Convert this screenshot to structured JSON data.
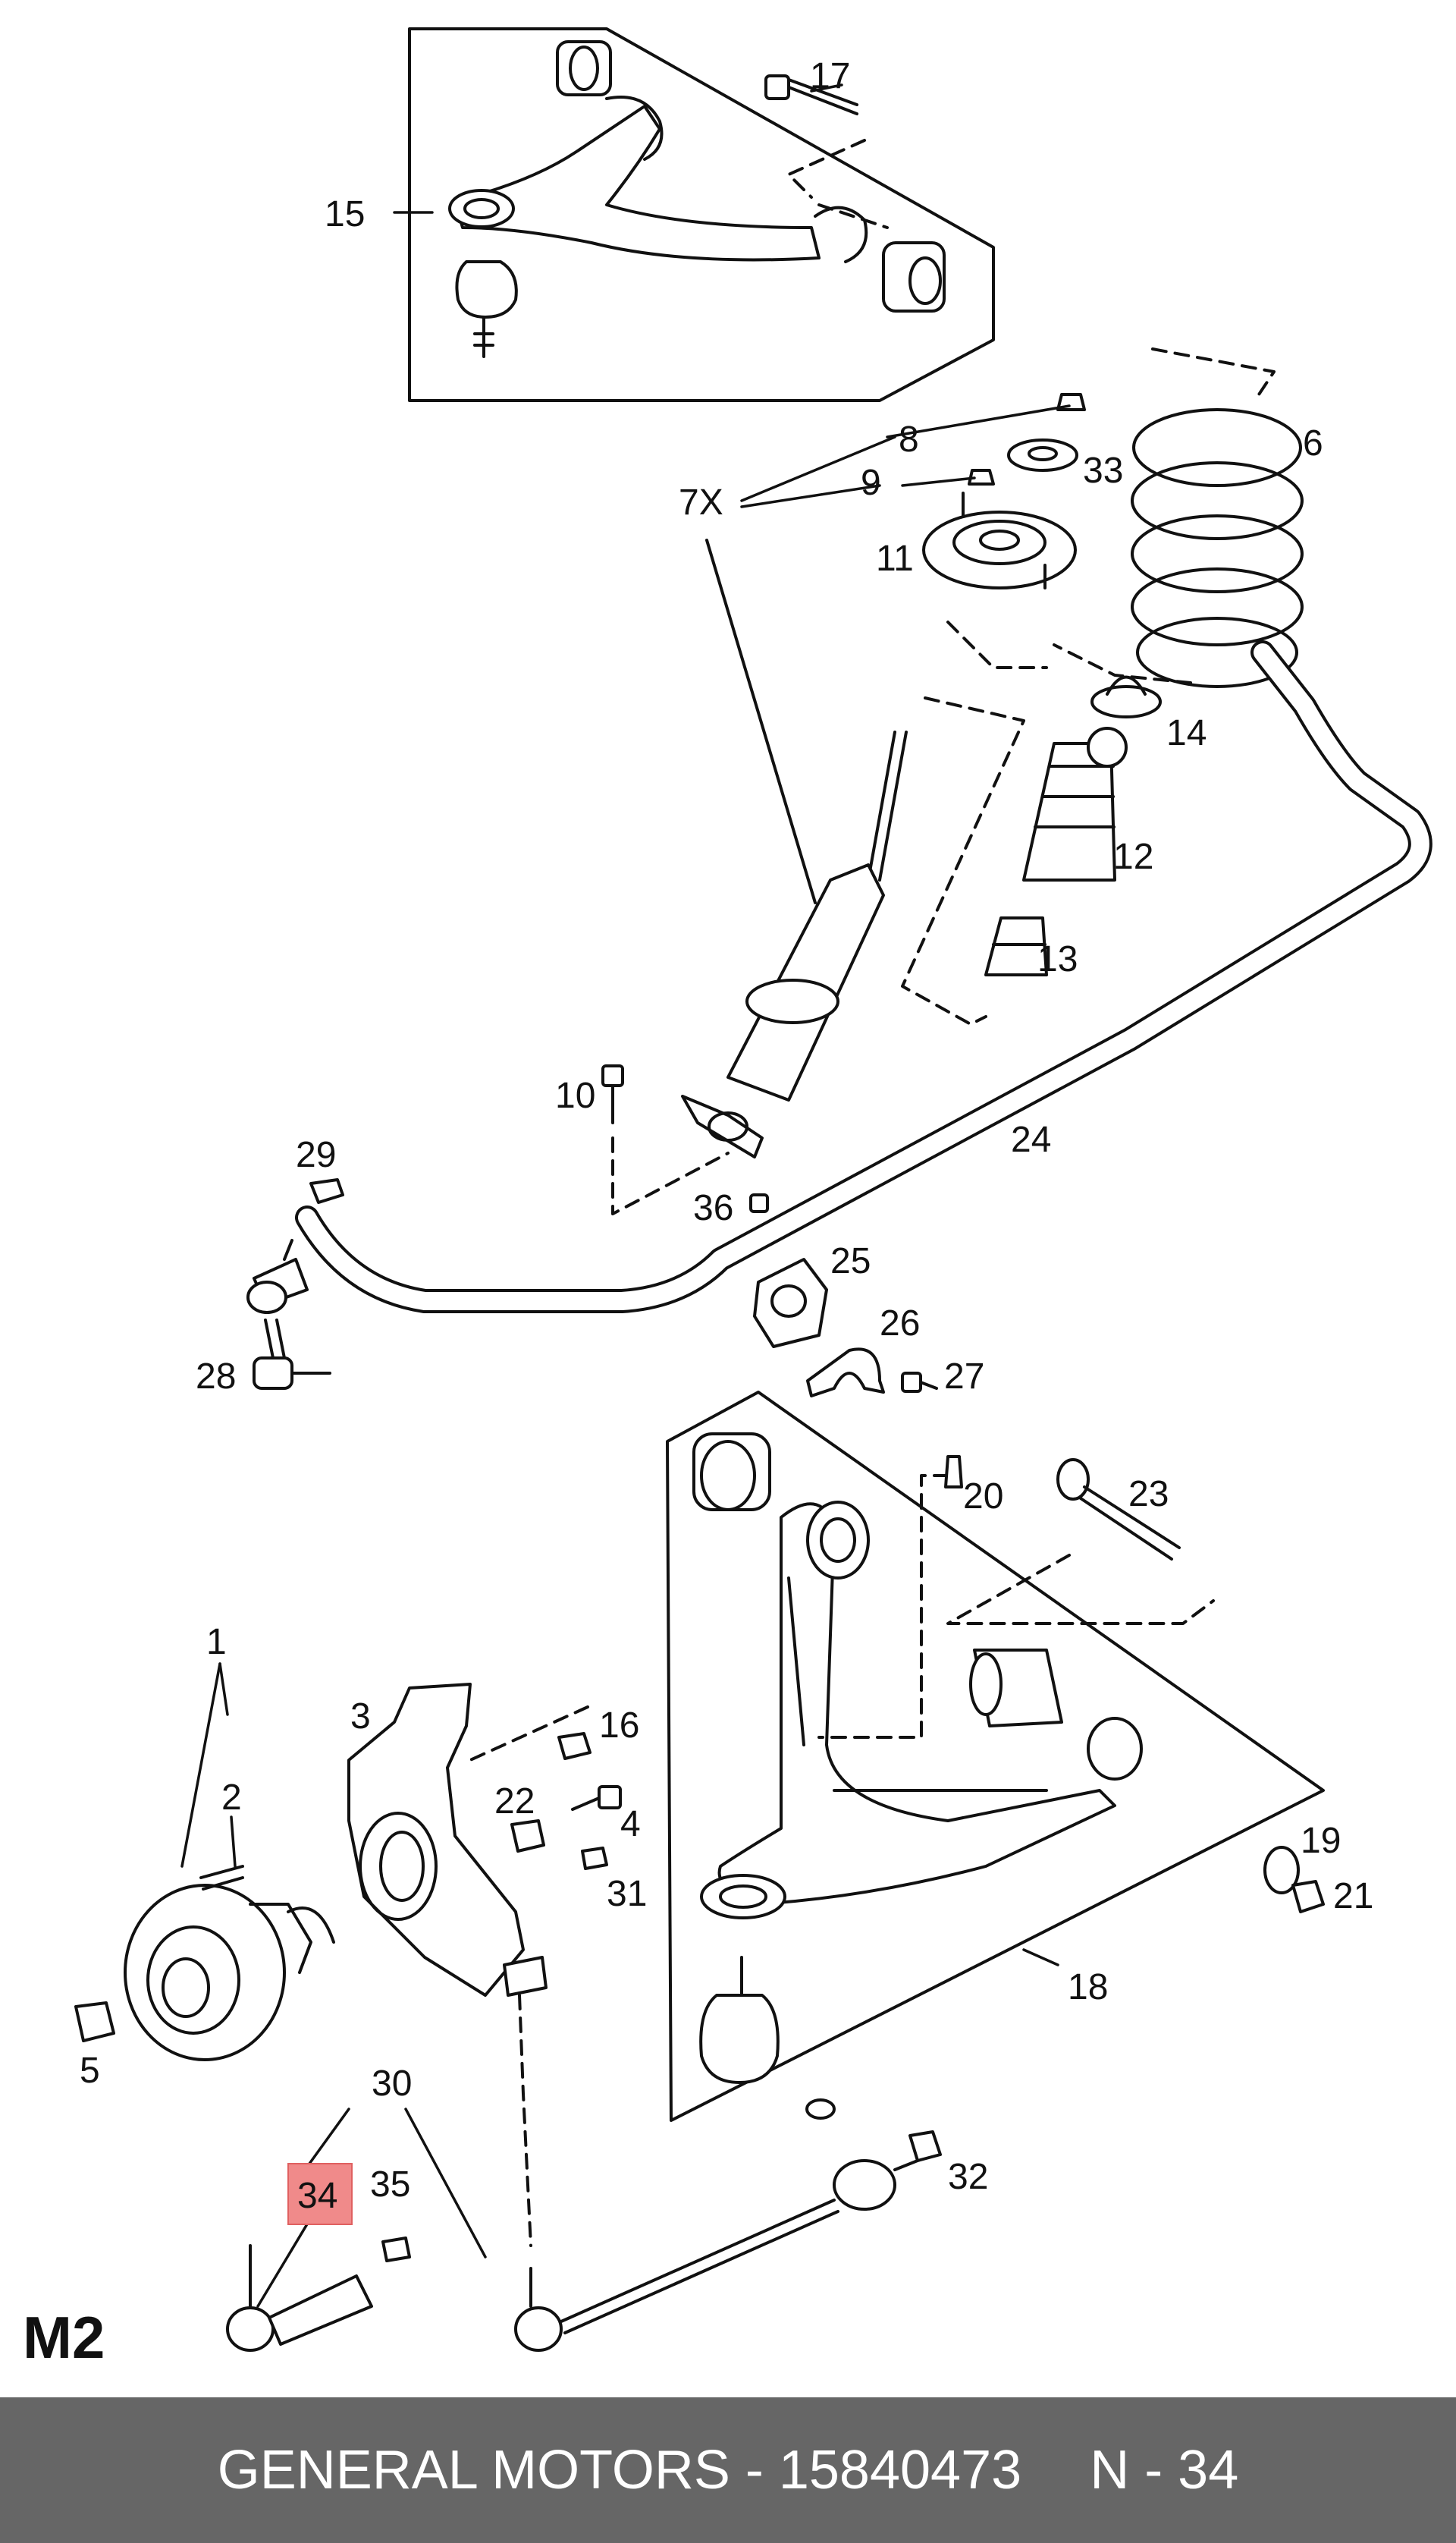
{
  "diagram": {
    "page_label": "M2",
    "highlight_color": "#f08a8a",
    "callouts": [
      {
        "id": "c1",
        "text": "1"
      },
      {
        "id": "c2",
        "text": "2"
      },
      {
        "id": "c3",
        "text": "3"
      },
      {
        "id": "c4",
        "text": "4"
      },
      {
        "id": "c5",
        "text": "5"
      },
      {
        "id": "c6",
        "text": "6"
      },
      {
        "id": "c7x",
        "text": "7X"
      },
      {
        "id": "c8",
        "text": "8"
      },
      {
        "id": "c9",
        "text": "9"
      },
      {
        "id": "c10",
        "text": "10"
      },
      {
        "id": "c11",
        "text": "11"
      },
      {
        "id": "c12",
        "text": "12"
      },
      {
        "id": "c13",
        "text": "13"
      },
      {
        "id": "c14",
        "text": "14"
      },
      {
        "id": "c15",
        "text": "15"
      },
      {
        "id": "c16",
        "text": "16"
      },
      {
        "id": "c17",
        "text": "17"
      },
      {
        "id": "c18",
        "text": "18"
      },
      {
        "id": "c19",
        "text": "19"
      },
      {
        "id": "c20",
        "text": "20"
      },
      {
        "id": "c21",
        "text": "21"
      },
      {
        "id": "c22",
        "text": "22"
      },
      {
        "id": "c23",
        "text": "23"
      },
      {
        "id": "c24",
        "text": "24"
      },
      {
        "id": "c25",
        "text": "25"
      },
      {
        "id": "c26",
        "text": "26"
      },
      {
        "id": "c27",
        "text": "27"
      },
      {
        "id": "c28",
        "text": "28"
      },
      {
        "id": "c29",
        "text": "29"
      },
      {
        "id": "c30",
        "text": "30"
      },
      {
        "id": "c31",
        "text": "31"
      },
      {
        "id": "c32",
        "text": "32"
      },
      {
        "id": "c33",
        "text": "33"
      },
      {
        "id": "c34",
        "text": "34",
        "highlighted": true
      },
      {
        "id": "c35",
        "text": "35"
      },
      {
        "id": "c36",
        "text": "36"
      }
    ]
  },
  "footer": {
    "brand_part": "GENERAL MOTORS - 15840473",
    "ref": "N - 34",
    "background": "#666666",
    "text_color": "#ffffff"
  }
}
